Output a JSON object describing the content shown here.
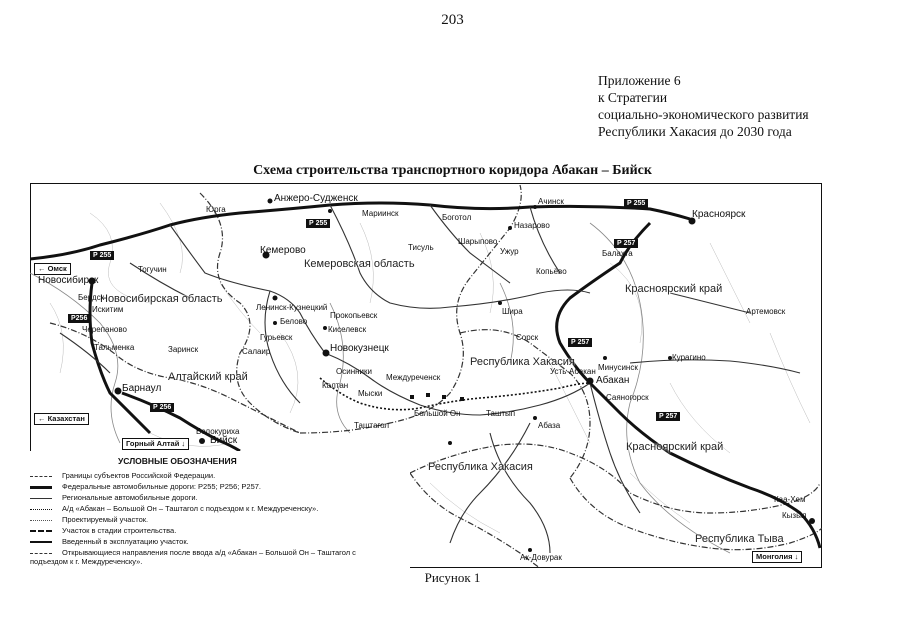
{
  "page_number": "203",
  "appendix": {
    "line1": "Приложение 6",
    "line2": "к Стратегии",
    "line3": "социально-экономического развития",
    "line4": "Республики Хакасия до 2030 года"
  },
  "map_title": "Схема строительства транспортного коридора Абакан – Бийск",
  "figure_caption": "Рисунок 1",
  "regions": {
    "kemerovo": "Кемеровская область",
    "novosibirsk": "Новосибирская область",
    "altai": "Алтайский край",
    "krasnoyarsk1": "Красноярский край",
    "krasnoyarsk2": "Красноярский край",
    "khakasia1": "Республика Хакасия",
    "khakasia2": "Республика Хакасия",
    "tyva": "Республика Тыва"
  },
  "cities": {
    "novosibirsk": "Новосибирск",
    "kemerovo": "Кемерово",
    "anzhero": "Анжеро-Судженск",
    "krasnoyarsk": "Красноярск",
    "leninsk": "Ленинск-Кузнецкий",
    "novokuznetsk": "Новокузнецк",
    "barnaul": "Барнаул",
    "biysk": "Бийск",
    "abakan": "Абакан",
    "kyzyl": "Кызыл",
    "achinsk": "Ачинск",
    "nazarovo": "Назарово",
    "belovo": "Белово",
    "kiselevsk": "Киселевск",
    "mariinsk": "Мариинск",
    "prokopyevsk": "Прокопьевск",
    "berdsk": "Бердск",
    "iskitim": "Искитим",
    "minusinsk": "Минусинск",
    "shira": "Шира",
    "sorsk": "Сорск",
    "abaza": "Абаза",
    "sayanogorsk": "Саяногорск",
    "ust_abakan": "Усть-Абакан",
    "artemovsk": "Артемовск",
    "kuragino": "Курагино",
    "mezhdurechensk": "Междуреченск",
    "tashtagol": "Таштагол",
    "belokurikha": "Белокуриха",
    "ak_dovurak": "Ак-Довурак",
    "uzhur": "Ужур",
    "sharypovo": "Шарыпово",
    "yurga": "Юрга",
    "toguchin": "Тогучин",
    "cherepanovo": "Черепаново",
    "talmenka": "Тальменка",
    "zarinsk": "Заринск",
    "balakhta": "Балахта",
    "kopyovo": "Копьёво",
    "bogotol": "Боготол",
    "tisul": "Тисуль",
    "gurievsk": "Гурьевск",
    "salair": "Салаир",
    "osinniki": "Осинники",
    "kaltan": "Калтан",
    "myski": "Мыски",
    "tashtyp": "Таштып",
    "bolshoy_on": "Большой Он",
    "kaa_khem": "Каа-Хем"
  },
  "roads": {
    "r255a": "Р 255",
    "r255b": "Р 255",
    "r255c": "Р 255",
    "r256a": "Р256",
    "r256b": "Р 256",
    "r257a": "Р 257",
    "r257b": "Р 257",
    "r257c": "Р 257"
  },
  "box_labels": {
    "omsk": "Омск",
    "kazakhstan": "Казахстан",
    "gorny_altai": "Горный Алтай",
    "mongolia": "Монголия"
  },
  "legend": {
    "title": "УСЛОВНЫЕ ОБОЗНАЧЕНИЯ",
    "items": [
      "Границы субъектов Российской Федерации.",
      "Федеральные автомобильные дороги: Р255; Р256; Р257.",
      "Региональные автомобильные дороги.",
      "А/д «Абакан – Большой Он – Таштагол с подъездом к г. Междуреченску».",
      "Проектируемый участок.",
      "Участок в стадии строительства.",
      "Введенный в эксплуатацию участок.",
      "Открывающиеся направления после ввода а/д «Абакан – Большой Он – Таштагол с подъездом к г. Междуреченску»."
    ]
  }
}
